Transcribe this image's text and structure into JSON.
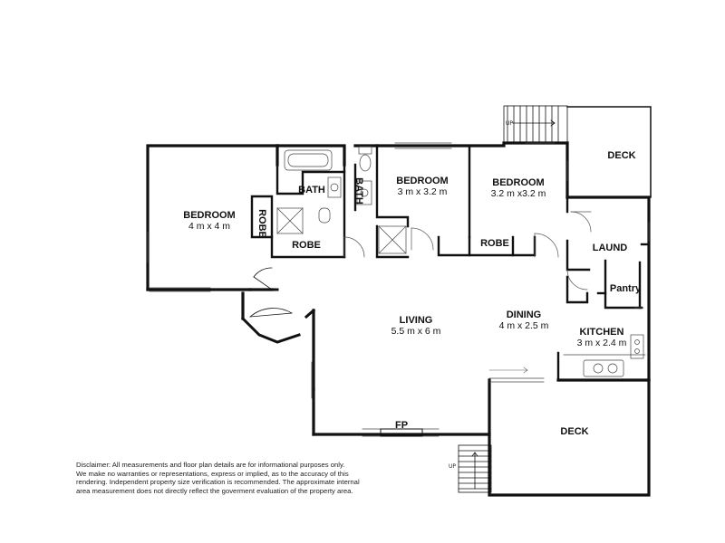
{
  "rooms": {
    "bedroom1": {
      "name": "BEDROOM",
      "dims": "4 m x 4 m"
    },
    "bath1": {
      "name": "BATH"
    },
    "bath2": {
      "name": "BATH"
    },
    "bedroom2": {
      "name": "BEDROOM",
      "dims": "3 m x 3.2 m"
    },
    "bedroom3": {
      "name": "BEDROOM",
      "dims": "3.2 m x3.2 m"
    },
    "robe_vertical": {
      "name": "ROBE"
    },
    "robe_left": {
      "name": "ROBE"
    },
    "robe_right": {
      "name": "ROBE"
    },
    "deck_top": {
      "name": "DECK"
    },
    "laundry": {
      "name": "LAUND"
    },
    "pantry": {
      "name": "Pantry"
    },
    "living": {
      "name": "LIVING",
      "dims": "5.5 m x 6 m"
    },
    "dining": {
      "name": "DINING",
      "dims": "4 m x 2.5 m"
    },
    "kitchen": {
      "name": "KITCHEN",
      "dims": "3 m x 2.4 m"
    },
    "fireplace": {
      "name": "FP"
    },
    "deck_bottom": {
      "name": "DECK"
    }
  },
  "stairs": {
    "top_label": "UP",
    "bottom_label": "UP"
  },
  "disclaimer": "Disclaimer: All measurements and floor plan details are for informational purposes only.\n We  make no warranties or representations, express or implied, as to the accuracy of this\nrendering. Independent property size verification is recommended. The approximate internal\narea measurement does not directly reflect the goverment evaluation of the property area.",
  "colors": {
    "wall": "#111111",
    "thin": "#555555"
  }
}
